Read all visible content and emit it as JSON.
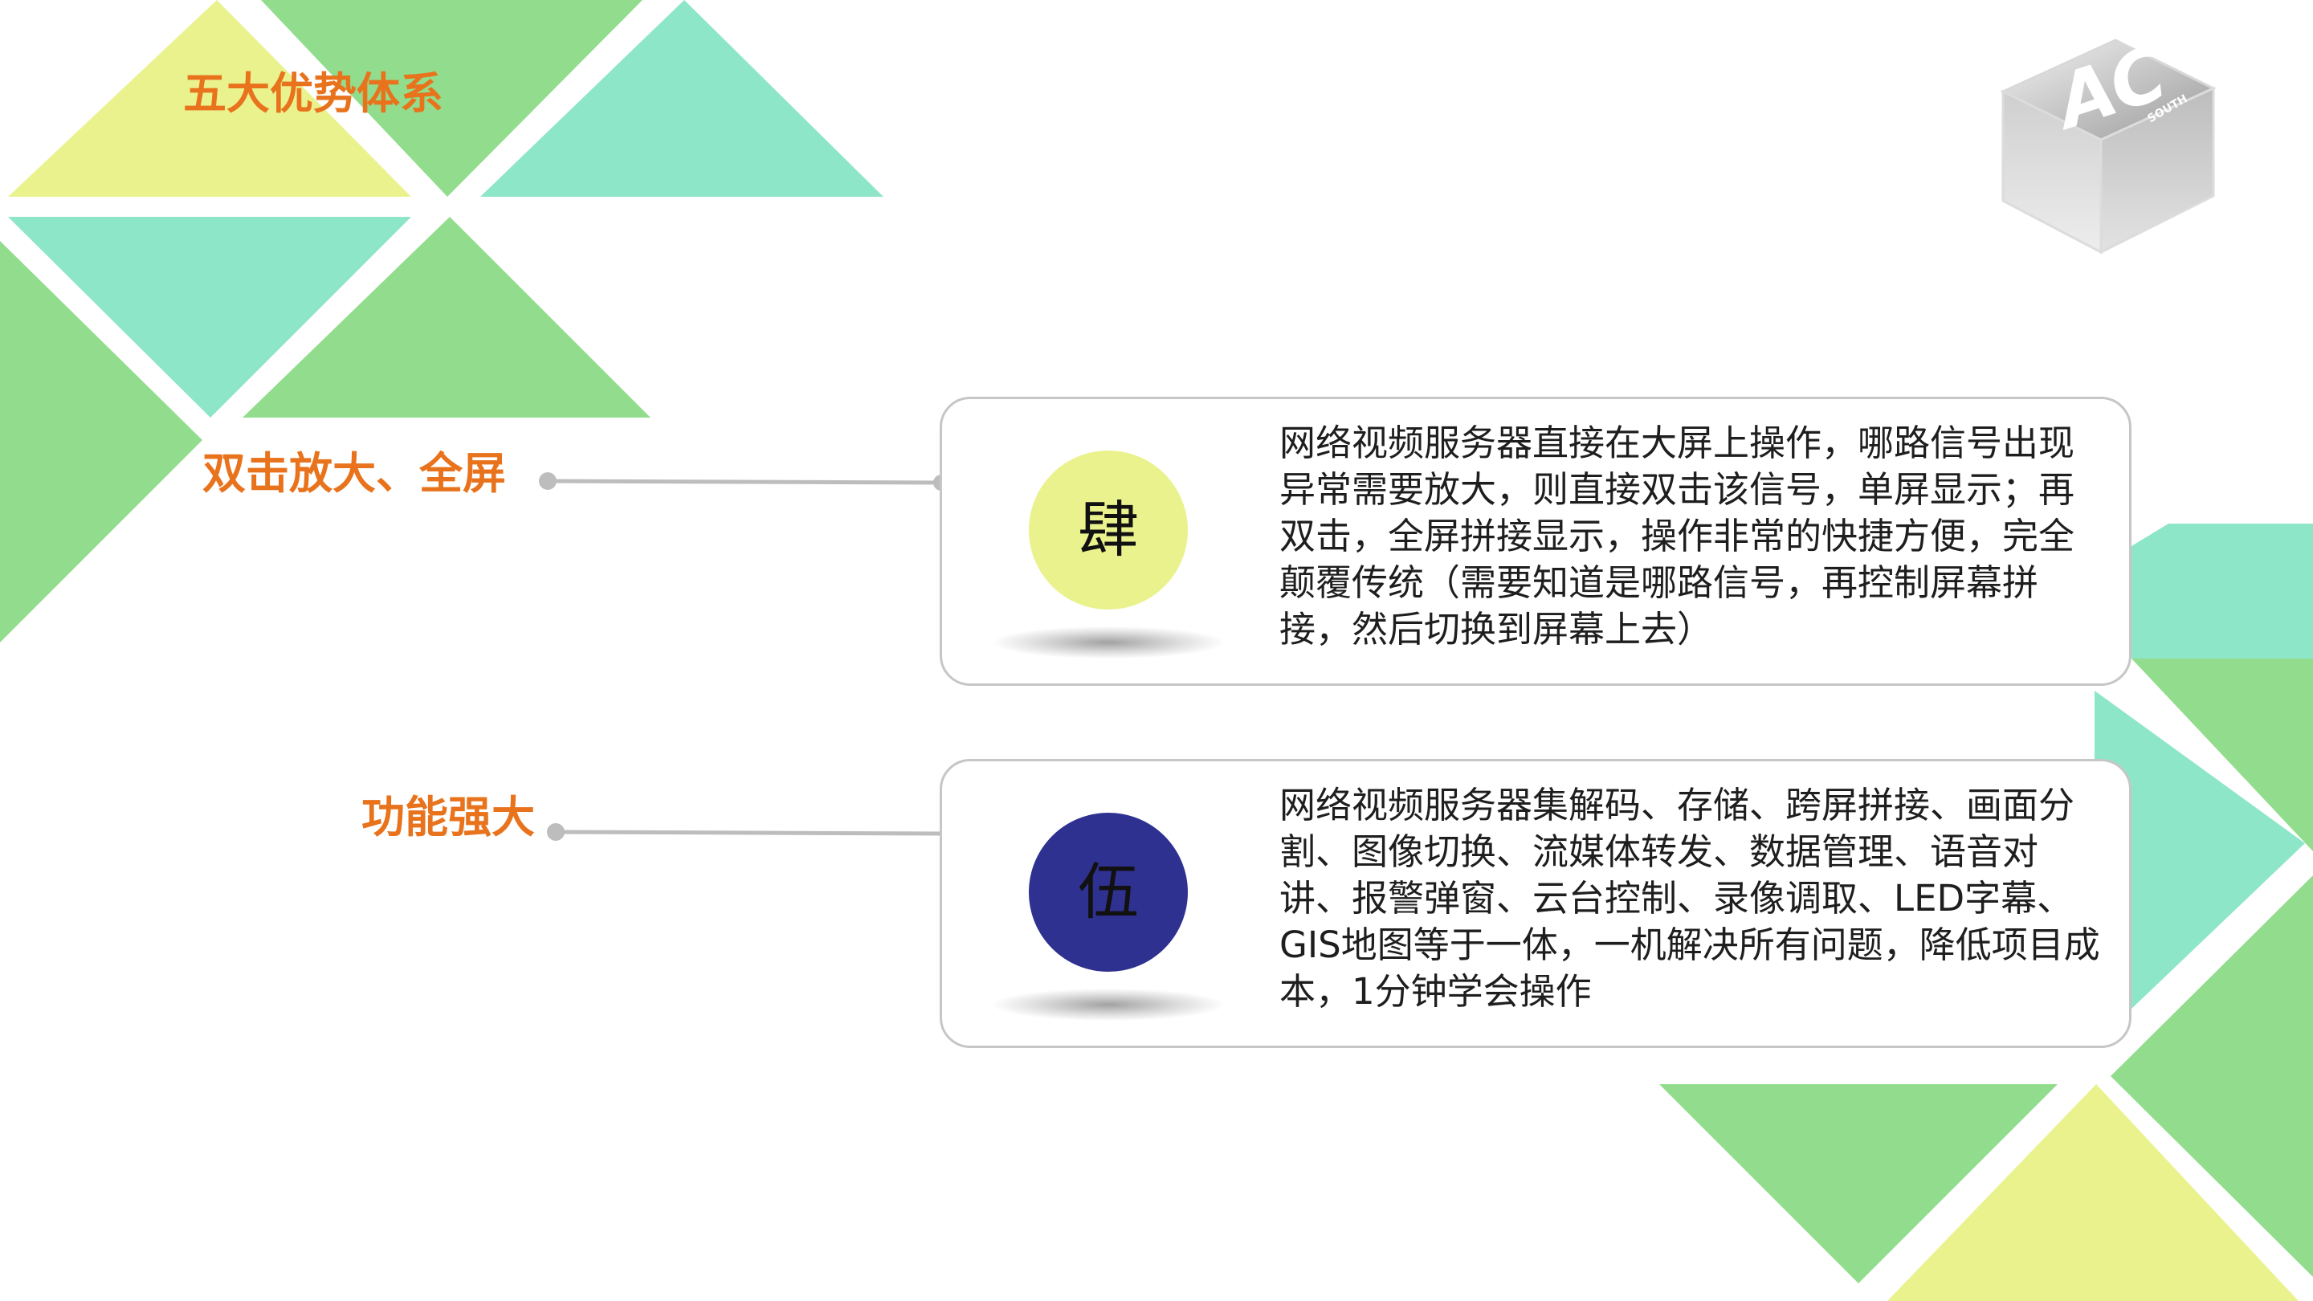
{
  "slide": {
    "title": "五大优势体系"
  },
  "logo": {
    "letters": "AC",
    "small_text": "SOUTH"
  },
  "features": [
    {
      "label": "双击放大、全屏",
      "badge": "肆",
      "badge_color": "#eaf28e",
      "badge_text_color": "#111111",
      "description": "网络视频服务器直接在大屏上操作，哪路信号出现异常需要放大，则直接双击该信号，单屏显示；再双击，全屏拼接显示，操作非常的快捷方便，完全颠覆传统（需要知道是哪路信号，再控制屏幕拼接，然后切换到屏幕上去）"
    },
    {
      "label": "功能强大",
      "badge": "伍",
      "badge_color": "#2f3190",
      "badge_text_color": "#111111",
      "description": "网络视频服务器集解码、存储、跨屏拼接、画面分割、图像切换、流媒体转发、数据管理、语音对讲、报警弹窗、云台控制、录像调取、LED字幕、GIS地图等于一体，一机解决所有问题，降低项目成本，1分钟学会操作"
    }
  ],
  "colors": {
    "title_orange": "#e8731c",
    "tri_yellow": "#eaf28e",
    "tri_green": "#92dd8d",
    "tri_teal": "#8ee6c8",
    "connector_gray": "#bdbdbd"
  },
  "icons": {
    "logo": "ac-cube-logo-icon"
  }
}
